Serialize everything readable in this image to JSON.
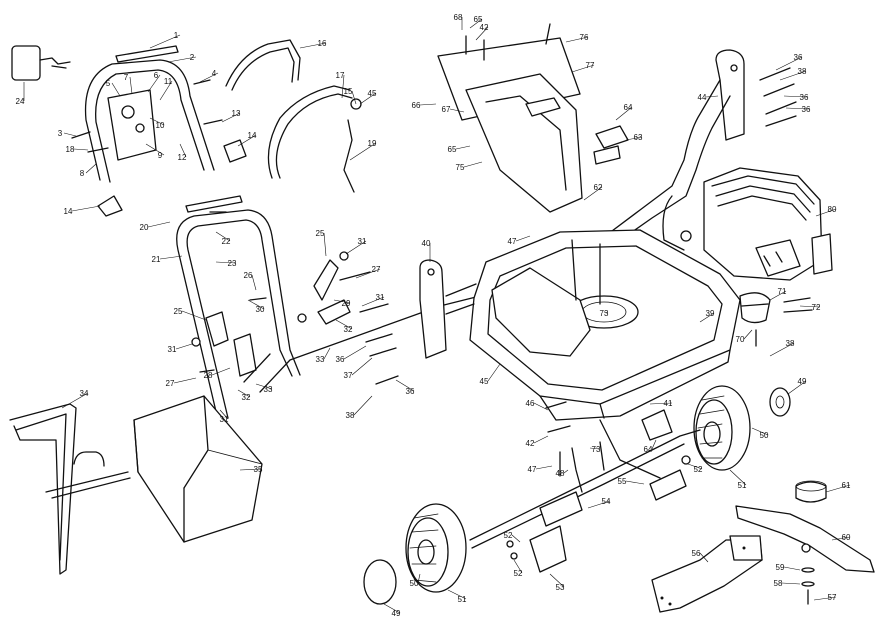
{
  "diagram": {
    "type": "exploded-parts-diagram",
    "colors": {
      "ink": "#111111",
      "paper": "#ffffff"
    },
    "callouts": [
      {
        "id": "c1",
        "label": "1"
      },
      {
        "id": "c2",
        "label": "2"
      },
      {
        "id": "c3",
        "label": "3"
      },
      {
        "id": "c4",
        "label": "4"
      },
      {
        "id": "c5",
        "label": "5"
      },
      {
        "id": "c6",
        "label": "6"
      },
      {
        "id": "c7",
        "label": "7"
      },
      {
        "id": "c8",
        "label": "8"
      },
      {
        "id": "c9",
        "label": "9"
      },
      {
        "id": "c10",
        "label": "10"
      },
      {
        "id": "c11",
        "label": "11"
      },
      {
        "id": "c12",
        "label": "12"
      },
      {
        "id": "c13",
        "label": "13"
      },
      {
        "id": "c14a",
        "label": "14"
      },
      {
        "id": "c14b",
        "label": "14"
      },
      {
        "id": "c15",
        "label": "15"
      },
      {
        "id": "c16",
        "label": "16"
      },
      {
        "id": "c17",
        "label": "17"
      },
      {
        "id": "c18",
        "label": "18"
      },
      {
        "id": "c19",
        "label": "19"
      },
      {
        "id": "c20",
        "label": "20"
      },
      {
        "id": "c21",
        "label": "21"
      },
      {
        "id": "c22",
        "label": "22"
      },
      {
        "id": "c23",
        "label": "23"
      },
      {
        "id": "c24",
        "label": "24"
      },
      {
        "id": "c25a",
        "label": "25"
      },
      {
        "id": "c25b",
        "label": "25"
      },
      {
        "id": "c26",
        "label": "26"
      },
      {
        "id": "c27a",
        "label": "27"
      },
      {
        "id": "c27b",
        "label": "27"
      },
      {
        "id": "c28",
        "label": "28"
      },
      {
        "id": "c29",
        "label": "29"
      },
      {
        "id": "c30",
        "label": "30"
      },
      {
        "id": "c31a",
        "label": "31"
      },
      {
        "id": "c31b",
        "label": "31"
      },
      {
        "id": "c31c",
        "label": "31"
      },
      {
        "id": "c31d",
        "label": "31"
      },
      {
        "id": "c32a",
        "label": "32"
      },
      {
        "id": "c32b",
        "label": "32"
      },
      {
        "id": "c33a",
        "label": "33"
      },
      {
        "id": "c33b",
        "label": "33"
      },
      {
        "id": "c34",
        "label": "34"
      },
      {
        "id": "c35",
        "label": "35"
      },
      {
        "id": "c36a",
        "label": "36"
      },
      {
        "id": "c36b",
        "label": "36"
      },
      {
        "id": "c36c",
        "label": "36"
      },
      {
        "id": "c36d",
        "label": "36"
      },
      {
        "id": "c36e",
        "label": "36"
      },
      {
        "id": "c37",
        "label": "37"
      },
      {
        "id": "c38a",
        "label": "38"
      },
      {
        "id": "c38b",
        "label": "38"
      },
      {
        "id": "c38c",
        "label": "38"
      },
      {
        "id": "c39",
        "label": "39"
      },
      {
        "id": "c40",
        "label": "40"
      },
      {
        "id": "c41",
        "label": "41"
      },
      {
        "id": "c42a",
        "label": "42"
      },
      {
        "id": "c42b",
        "label": "42"
      },
      {
        "id": "c44",
        "label": "44"
      },
      {
        "id": "c45a",
        "label": "45"
      },
      {
        "id": "c45b",
        "label": "45"
      },
      {
        "id": "c46",
        "label": "46"
      },
      {
        "id": "c47a",
        "label": "47"
      },
      {
        "id": "c47b",
        "label": "47"
      },
      {
        "id": "c48",
        "label": "48"
      },
      {
        "id": "c49a",
        "label": "49"
      },
      {
        "id": "c49b",
        "label": "49"
      },
      {
        "id": "c50a",
        "label": "50"
      },
      {
        "id": "c50b",
        "label": "50"
      },
      {
        "id": "c51a",
        "label": "51"
      },
      {
        "id": "c51b",
        "label": "51"
      },
      {
        "id": "c52a",
        "label": "52"
      },
      {
        "id": "c52b",
        "label": "52"
      },
      {
        "id": "c52c",
        "label": "52"
      },
      {
        "id": "c53",
        "label": "53"
      },
      {
        "id": "c54",
        "label": "54"
      },
      {
        "id": "c55",
        "label": "55"
      },
      {
        "id": "c56",
        "label": "56"
      },
      {
        "id": "c57",
        "label": "57"
      },
      {
        "id": "c58",
        "label": "58"
      },
      {
        "id": "c59",
        "label": "59"
      },
      {
        "id": "c60",
        "label": "60"
      },
      {
        "id": "c61",
        "label": "61"
      },
      {
        "id": "c62",
        "label": "62"
      },
      {
        "id": "c63",
        "label": "63"
      },
      {
        "id": "c64a",
        "label": "64"
      },
      {
        "id": "c64b",
        "label": "64"
      },
      {
        "id": "c65a",
        "label": "65"
      },
      {
        "id": "c65b",
        "label": "65"
      },
      {
        "id": "c66",
        "label": "66"
      },
      {
        "id": "c67",
        "label": "67"
      },
      {
        "id": "c68",
        "label": "68"
      },
      {
        "id": "c70",
        "label": "70"
      },
      {
        "id": "c71",
        "label": "71"
      },
      {
        "id": "c72",
        "label": "72"
      },
      {
        "id": "c73a",
        "label": "73"
      },
      {
        "id": "c73b",
        "label": "73"
      },
      {
        "id": "c75",
        "label": "75"
      },
      {
        "id": "c76",
        "label": "76"
      },
      {
        "id": "c77",
        "label": "77"
      },
      {
        "id": "c80",
        "label": "80"
      }
    ]
  }
}
